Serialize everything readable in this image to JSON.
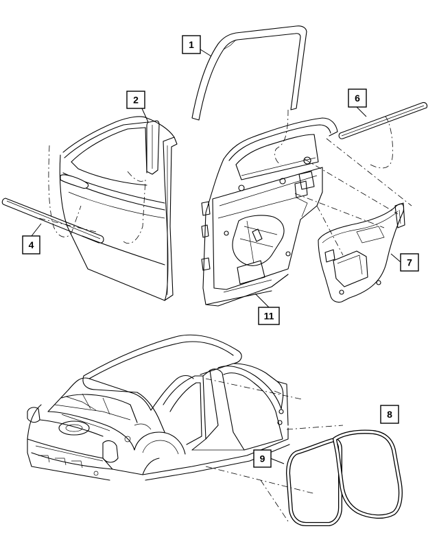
{
  "diagram": {
    "callouts": [
      {
        "id": "callout-1",
        "label": "1"
      },
      {
        "id": "callout-2",
        "label": "2"
      },
      {
        "id": "callout-4",
        "label": "4"
      },
      {
        "id": "callout-6",
        "label": "6"
      },
      {
        "id": "callout-7",
        "label": "7"
      },
      {
        "id": "callout-8",
        "label": "8"
      },
      {
        "id": "callout-9",
        "label": "9"
      },
      {
        "id": "callout-11",
        "label": "11"
      }
    ],
    "colors": {
      "line": "#000000",
      "background": "#ffffff"
    }
  }
}
